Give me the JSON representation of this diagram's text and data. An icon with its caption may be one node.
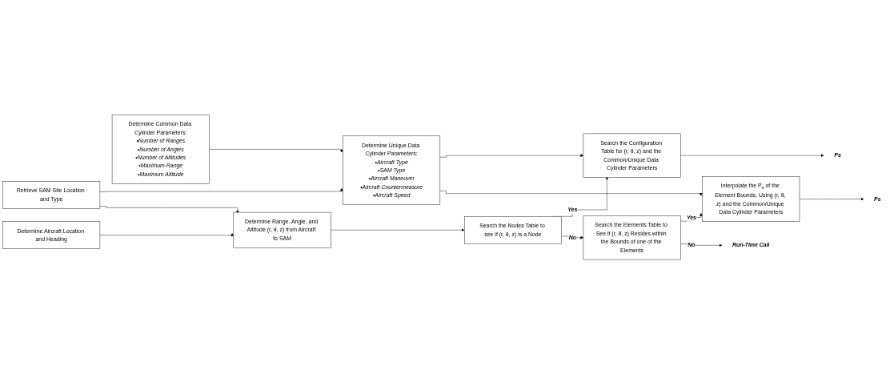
{
  "diagram": {
    "nodes": [
      {
        "text": [
          "Determine Common Data Cylinder Parameters:",
          "•Number of Ranges",
          "•Number of Angles",
          "•Number of Altitudes",
          "•Maximum Range",
          "•Maximum Altitude"
        ]
      },
      {
        "text": [
          "Determine Unique Data Cylinder Parameters:",
          "•Aircraft Type",
          "•SAM Type",
          "•Aircraft Maneuver",
          "•Aircraft Countermeasure",
          "•Aircraft Speed"
        ]
      },
      {
        "text": [
          "Retrieve SAM Site Location and Type"
        ]
      },
      {
        "text": [
          "Determine Aircraft Location and Heading"
        ]
      },
      {
        "text": [
          "Determine Range, Angle, and Altitude (r, θ, z) from Aircraft to SAM"
        ]
      },
      {
        "text": [
          "Search the Nodes Table to see if (r, θ, z) is a Node"
        ]
      },
      {
        "text": [
          "Search the Configuration Table for (r, θ, z) and the Common/Unique Data Cylinder Parameters"
        ]
      },
      {
        "text": [
          "Search the Elements Table to See if (r, θ, z) Resides within the Bounds of one of the Elements"
        ]
      },
      {
        "text": [
          "Interpolate the P$_{s}$ of the Element Bounds, Using (r, θ, z) and the Common/Unique Data Cylinder Parameters"
        ]
      },
      {
        "text": [
          "Ps"
        ]
      },
      {
        "text": [
          "Ps"
        ]
      },
      {
        "text": [
          "Run-Time Call"
        ]
      }
    ],
    "edges": [
      {
        "from": 0,
        "to": 1,
        "arrow": "to"
      },
      {
        "from": 2,
        "to": 1,
        "arrow": "to"
      },
      {
        "from": 2,
        "to": 4,
        "arrow": "to"
      },
      {
        "from": 3,
        "to": 4,
        "arrow": "to"
      },
      {
        "from": 4,
        "to": 5,
        "arrow": "to"
      },
      {
        "from": 1,
        "to": 6,
        "arrow": "to"
      },
      {
        "from": 1,
        "to": 8,
        "arrow": "to"
      },
      {
        "from": 5,
        "to": 6,
        "label": "Yes",
        "arrow": "to"
      },
      {
        "from": 5,
        "to": 7,
        "label": "No",
        "arrow": "to"
      },
      {
        "from": 6,
        "to": 9,
        "arrow": "to"
      },
      {
        "from": 7,
        "to": 8,
        "label": "Yes",
        "arrow": "to"
      },
      {
        "from": 8,
        "to": 10,
        "arrow": "to"
      },
      {
        "from": 7,
        "to": 11,
        "label": "No",
        "arrow": "to"
      }
    ]
  }
}
